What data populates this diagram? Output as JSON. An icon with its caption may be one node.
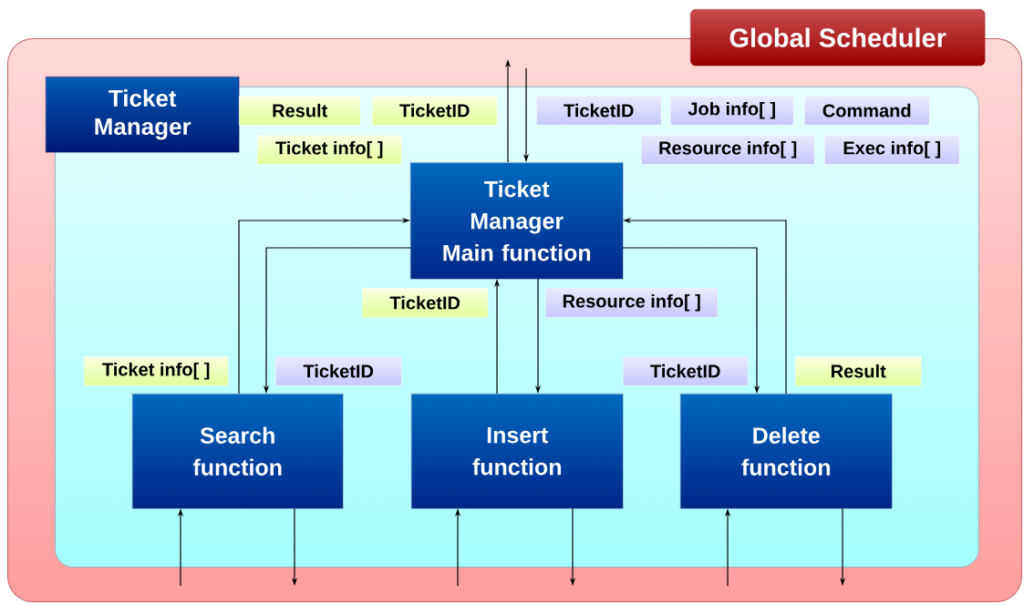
{
  "diagram": {
    "nodes": [
      {
        "text": [
          "Global Scheduler"
        ]
      },
      {
        "text": [
          "Ticket Manager"
        ],
        "in": 0
      },
      {
        "text": [
          "Ticket Manager Main function"
        ],
        "in": 1
      },
      {
        "text": [
          "Search function"
        ],
        "in": 1
      },
      {
        "text": [
          "Insert function"
        ],
        "in": 1
      },
      {
        "text": [
          "Delete function"
        ],
        "in": 1
      },
      {
        "text": [
          "Result"
        ],
        "in": 1
      },
      {
        "text": [
          "TicketID"
        ],
        "in": 1
      },
      {
        "text": [
          "TicketID"
        ],
        "in": 1
      },
      {
        "text": [
          "Job info[ ]"
        ],
        "in": 1
      },
      {
        "text": [
          "Command"
        ],
        "in": 1
      },
      {
        "text": [
          "Ticket info[ ]"
        ],
        "in": 1
      },
      {
        "text": [
          "Resource info[ ]"
        ],
        "in": 1
      },
      {
        "text": [
          "Exec info[ ]"
        ],
        "in": 1
      },
      {
        "text": [
          "TicketID"
        ],
        "in": 1
      },
      {
        "text": [
          "Resource info[ ]"
        ],
        "in": 1
      },
      {
        "text": [
          "Ticket info[ ]"
        ],
        "in": 1
      },
      {
        "text": [
          "TicketID"
        ],
        "in": 1
      },
      {
        "text": [
          "TicketID"
        ],
        "in": 1
      },
      {
        "text": [
          "Result"
        ],
        "in": 1
      }
    ],
    "edges": [
      {
        "from": 2,
        "to": null,
        "arrow": "to"
      },
      {
        "from": null,
        "to": 2,
        "arrow": "to"
      },
      {
        "from": 3,
        "to": 2,
        "arrow": "to"
      },
      {
        "from": 2,
        "to": 3,
        "arrow": "to"
      },
      {
        "from": 4,
        "to": 2,
        "arrow": "to"
      },
      {
        "from": 2,
        "to": 4,
        "arrow": "to"
      },
      {
        "from": 2,
        "to": 5,
        "arrow": "to"
      },
      {
        "from": 5,
        "to": 2,
        "arrow": "to"
      },
      {
        "from": null,
        "to": 3,
        "arrow": "to"
      },
      {
        "from": 3,
        "to": null,
        "arrow": "to"
      },
      {
        "from": null,
        "to": 4,
        "arrow": "to"
      },
      {
        "from": 4,
        "to": null,
        "arrow": "to"
      },
      {
        "from": null,
        "to": 5,
        "arrow": "to"
      },
      {
        "from": 5,
        "to": null,
        "arrow": "to"
      }
    ]
  }
}
